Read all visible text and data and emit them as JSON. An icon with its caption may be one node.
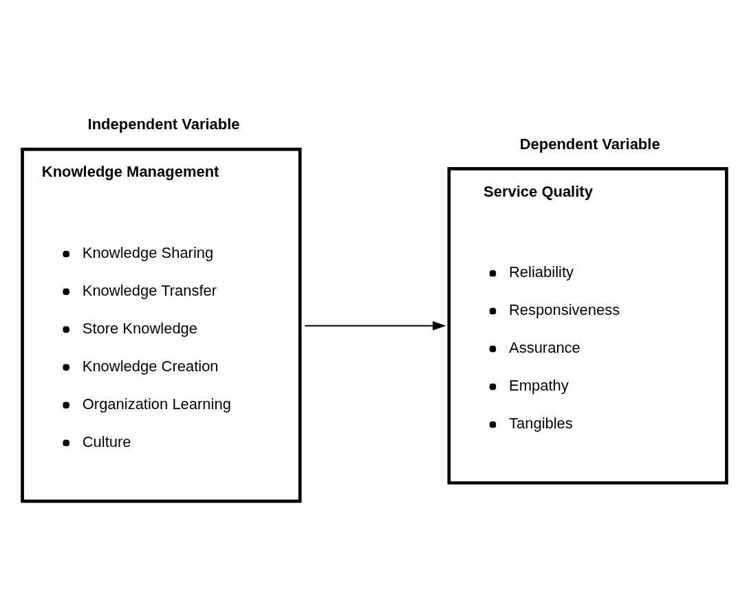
{
  "diagram": {
    "nodes": [
      {
        "text": [
          "Independent Variable",
          "Knowledge Management",
          "Knowledge Sharing",
          "Knowledge Transfer",
          "Store Knowledge",
          "Knowledge Creation",
          "Organization Learning",
          "Culture"
        ]
      },
      {
        "text": [
          "Dependent Variable",
          "Service Quality",
          "Reliability",
          "Responsiveness",
          "Assurance",
          "Empathy",
          "Tangibles"
        ]
      }
    ],
    "edges": [
      {
        "from": 0,
        "to": 1,
        "arrow": "to"
      }
    ]
  }
}
